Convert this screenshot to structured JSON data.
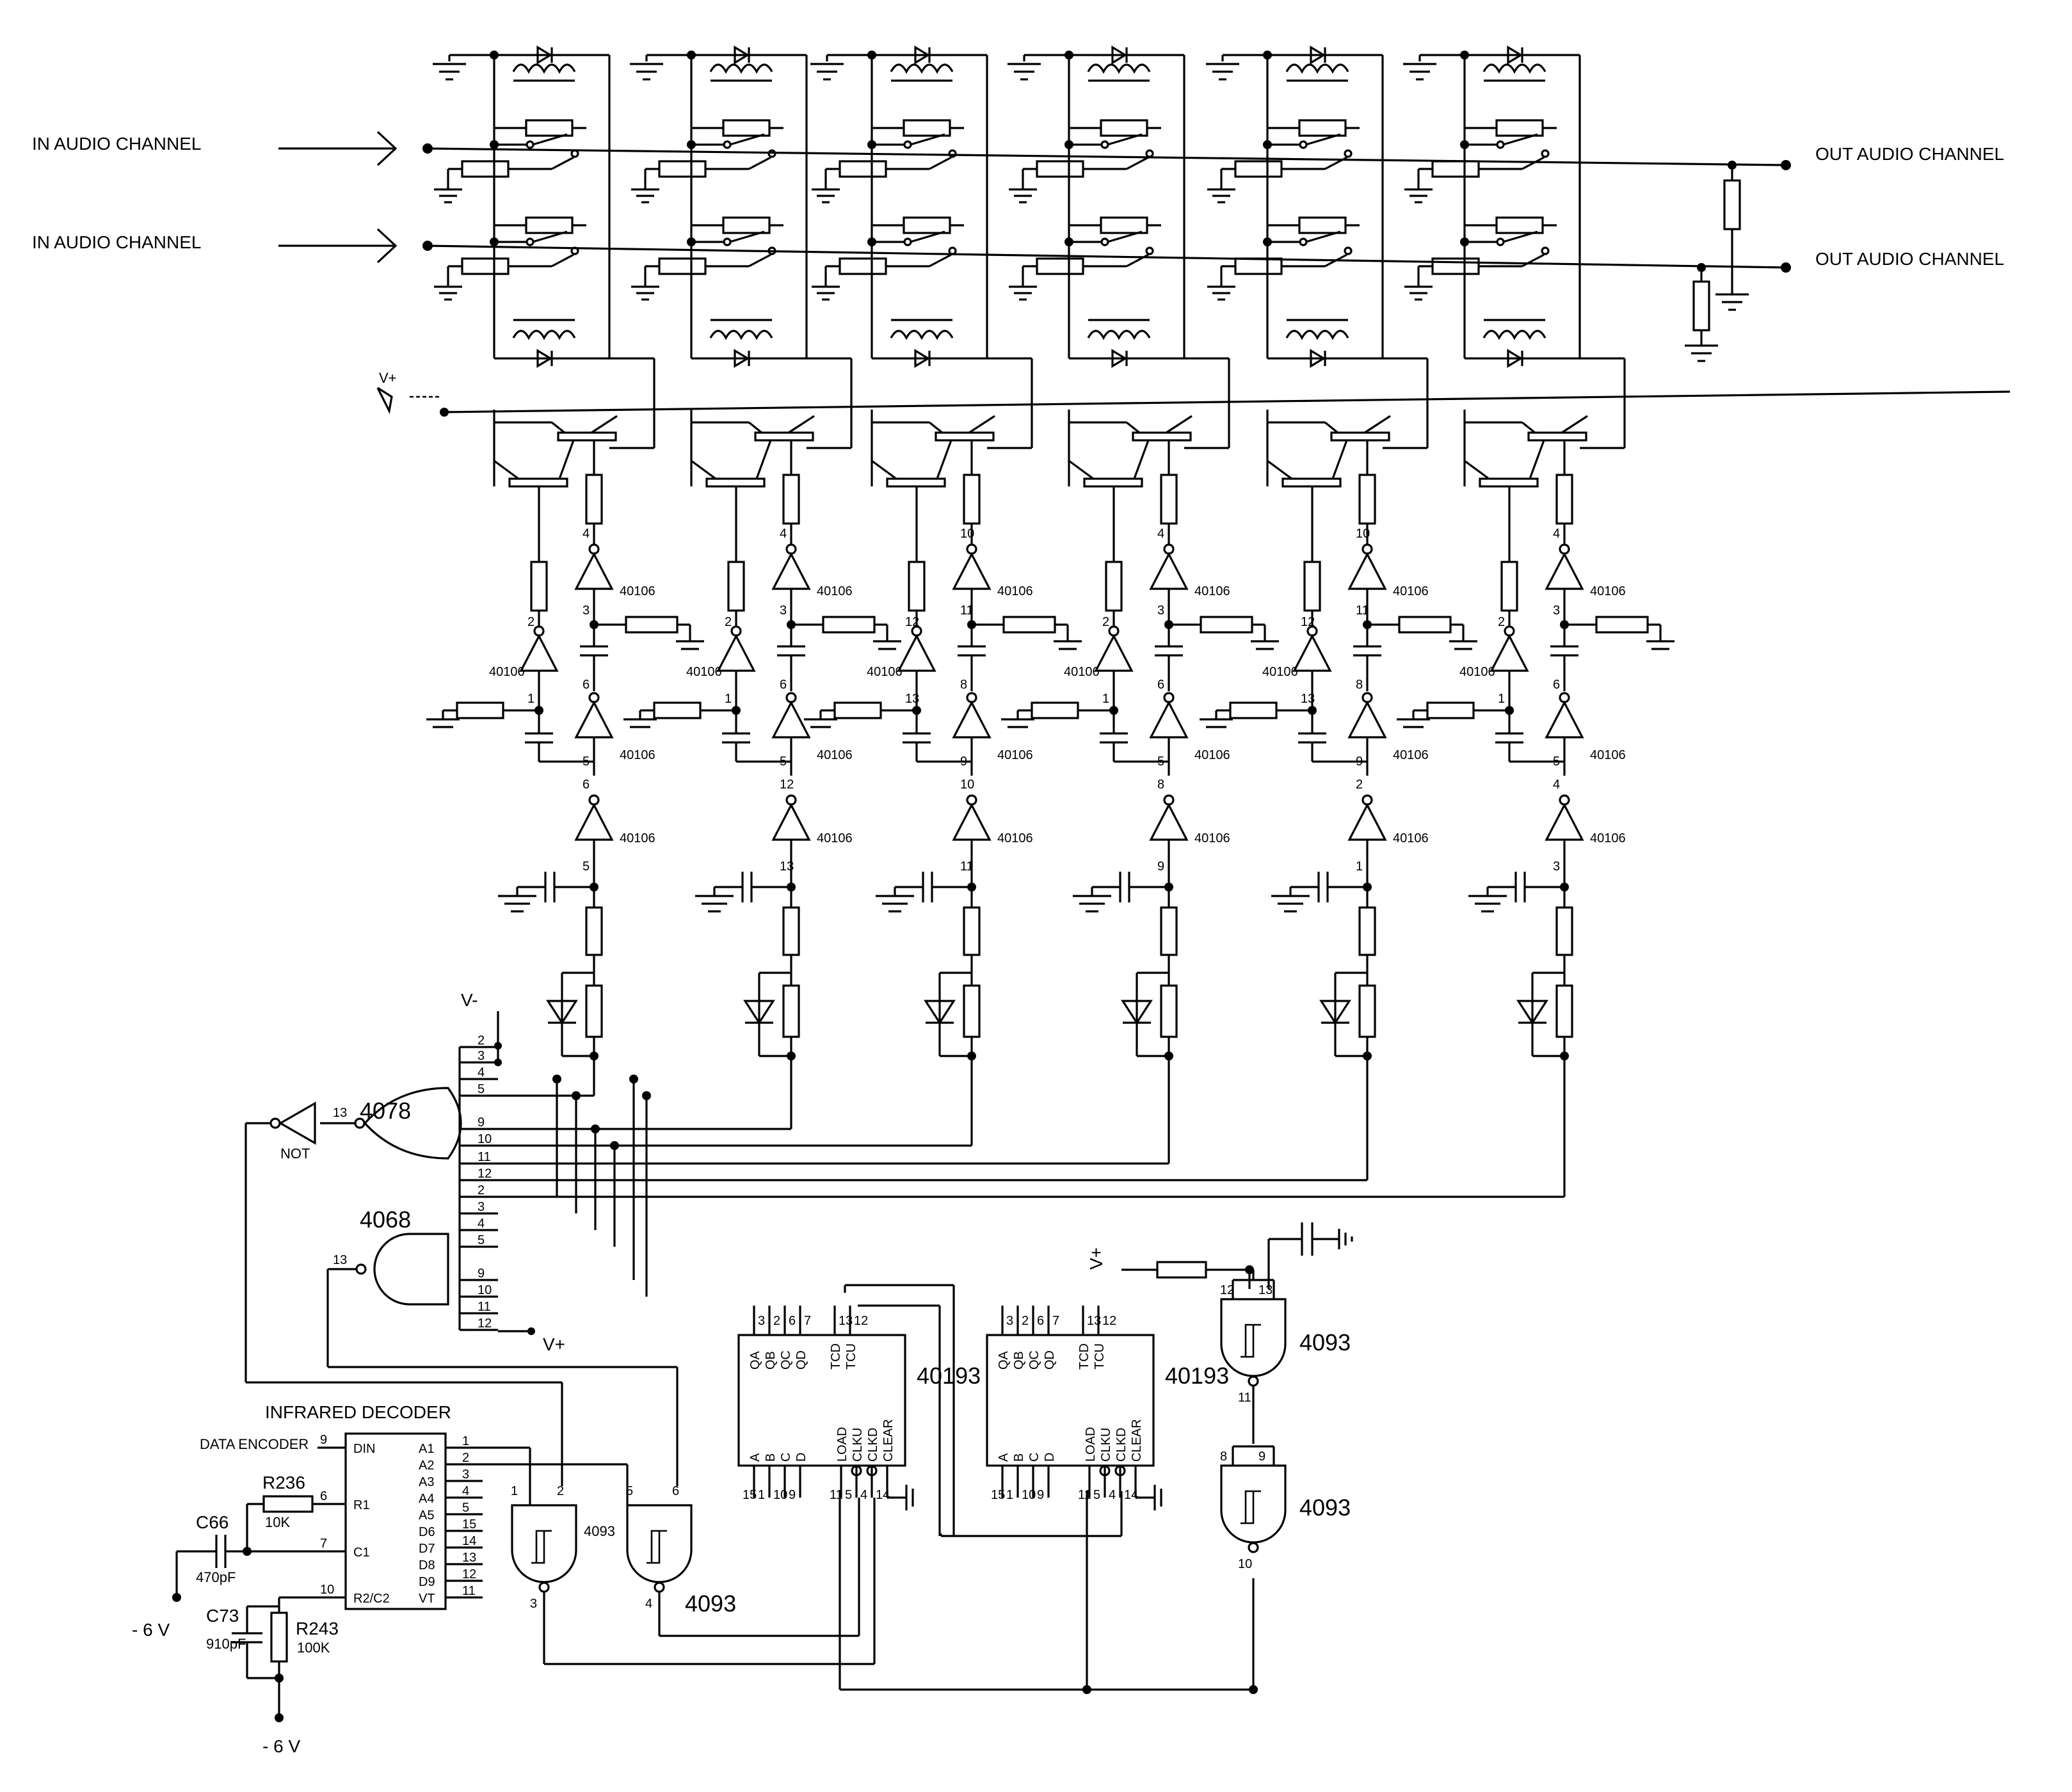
{
  "labels": {
    "in_ch1": "IN  AUDIO CHANNEL",
    "in_ch2": "IN  AUDIO CHANNEL",
    "out_ch1": "OUT  AUDIO CHANNEL",
    "out_ch2": "OUT  AUDIO CHANNEL",
    "vplus_top": "V+",
    "vminus": "V-",
    "vplus_gate": "V+",
    "vplus_osc": "V+",
    "not_label": "NOT",
    "minus6_a": "- 6 V",
    "minus6_b": "- 6 V"
  },
  "ic": {
    "xor4078": "4078",
    "nand4068": "4068",
    "counter1": "40193",
    "counter2": "40193",
    "schmitt_a": "4093",
    "schmitt_b": "4093",
    "schmitt_c": "4093",
    "schmitt_d": "4093",
    "inverter": "40106"
  },
  "decoder": {
    "title": "INFRARED DECODER",
    "data_input": "DATA  ENCODER",
    "pins_left": [
      "DIN",
      "R1",
      "C1",
      "R2/C2"
    ],
    "pins_left_nums": [
      "9",
      "6",
      "7",
      "10"
    ],
    "pins_right": [
      "A1",
      "A2",
      "A3",
      "A4",
      "A5",
      "D6",
      "D7",
      "D8",
      "D9",
      "VT"
    ],
    "pins_right_nums": [
      "1",
      "2",
      "3",
      "4",
      "5",
      "15",
      "14",
      "13",
      "12",
      "11"
    ]
  },
  "counter_pins": {
    "top": [
      "QA",
      "QB",
      "QC",
      "QD",
      "TCD",
      "TCU"
    ],
    "top_nums": [
      "3",
      "2",
      "6",
      "7",
      "13",
      "12"
    ],
    "bottom": [
      "A",
      "B",
      "C",
      "D",
      "LOAD",
      "CLKU",
      "CLKD",
      "CLEAR"
    ],
    "bottom_nums": [
      "15",
      "1",
      "10",
      "9",
      "11",
      "5",
      "4",
      "14"
    ]
  },
  "components": {
    "R236": "R236",
    "R236_val": "10K",
    "C66": "C66",
    "C66_val": "470pF",
    "C73": "C73",
    "C73_val": "910pF",
    "R243": "R243",
    "R243_val": "100K"
  },
  "gate_4078_pins": [
    "2",
    "3",
    "4",
    "5",
    "9",
    "10",
    "11",
    "12"
  ],
  "gate_4078_out": "13",
  "gate_4068_pins": [
    "2",
    "3",
    "4",
    "5",
    "9",
    "10",
    "11",
    "12"
  ],
  "gate_4068_out": "13",
  "channels": [
    {
      "p1": "4",
      "p2": "3",
      "p3": "2",
      "p4": "1",
      "p5": "6",
      "p6": "5",
      "p7": "6",
      "p8": "5"
    },
    {
      "p1": "4",
      "p2": "3",
      "p3": "2",
      "p4": "1",
      "p5": "6",
      "p6": "5",
      "p7": "12",
      "p8": "13"
    },
    {
      "p1": "10",
      "p2": "11",
      "p3": "12",
      "p4": "13",
      "p5": "8",
      "p6": "9",
      "p7": "10",
      "p8": "11"
    },
    {
      "p1": "4",
      "p2": "3",
      "p3": "2",
      "p4": "1",
      "p5": "6",
      "p6": "5",
      "p7": "8",
      "p8": "9"
    },
    {
      "p1": "10",
      "p2": "11",
      "p3": "12",
      "p4": "13",
      "p5": "8",
      "p6": "9",
      "p7": "2",
      "p8": "1"
    },
    {
      "p1": "4",
      "p2": "3",
      "p3": "2",
      "p4": "1",
      "p5": "6",
      "p6": "5",
      "p7": "4",
      "p8": "3"
    }
  ],
  "nand_pins": {
    "g1_in": [
      "1",
      "2"
    ],
    "g1_out": "3",
    "g2_in": [
      "5",
      "6"
    ],
    "g2_out": "4",
    "g3_in": [
      "12",
      "13"
    ],
    "g3_out": "11",
    "g4_in": [
      "8",
      "9"
    ],
    "g4_out": "10"
  }
}
